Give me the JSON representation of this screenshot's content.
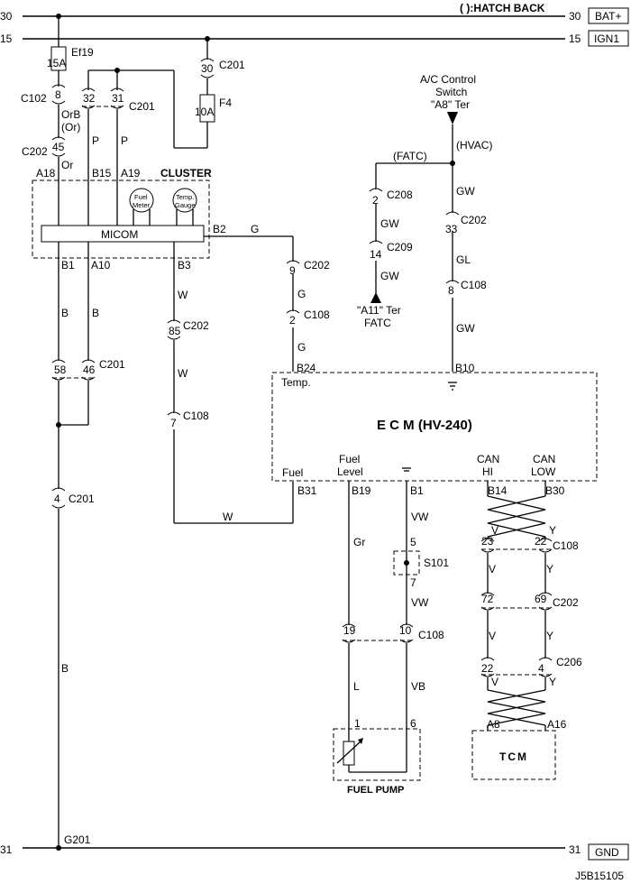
{
  "buses": {
    "top_left_num": "30",
    "top_right_num": "30",
    "top_tag": "BAT+",
    "hatch_note": "( ):HATCH BACK",
    "ign_left_num": "15",
    "ign_right_num": "15",
    "ign_tag": "IGN1",
    "gnd_left_num": "31",
    "gnd_right_num": "31",
    "gnd_tag": "GND",
    "ground_point": "G201"
  },
  "fuses": {
    "ef19_name": "Ef19",
    "ef19_rating": "15A",
    "f4_name": "F4",
    "f4_rating": "10A"
  },
  "connectors": {
    "c102": "C102",
    "c102_pin": "8",
    "c202": "C202",
    "c202_pin_top": "45",
    "c202_pin_w": "85",
    "c202_pin_gl": "33",
    "c201": "C201",
    "c201_pin_fuse": "30",
    "c201_pin_32": "32",
    "c201_pin_31": "31",
    "c201_pin_58": "58",
    "c201_pin_46": "46",
    "c201_pin_4": "4",
    "c202_pin_g": "9",
    "c108": "C108",
    "c108_pin_g": "2",
    "c108_pin_w": "7",
    "c108_pin_gl": "8",
    "c208": "C208",
    "c208_pin": "2",
    "c209": "C209",
    "c209_pin": "14",
    "c108_pin_gr": "19",
    "c108_pin_vb": "10",
    "s101": "S101",
    "s101_pin_top": "5",
    "s101_pin_bot": "7",
    "can_c108_v": "23",
    "can_c108_y": "22",
    "can_c202_v": "72",
    "can_c202_y": "69",
    "c206": "C206",
    "can_c206_v": "22",
    "can_c206_y": "4"
  },
  "wires": {
    "orb": "OrB",
    "or_paren": "(Or)",
    "or": "Or",
    "p": "P",
    "b": "B",
    "w": "W",
    "g": "G",
    "gw": "GW",
    "gl": "GL",
    "gr": "Gr",
    "vw": "VW",
    "l": "L",
    "vb": "VB",
    "v": "V",
    "y": "Y",
    "fatc": "(FATC)",
    "hvac": "(HVAC)"
  },
  "cluster": {
    "title": "CLUSTER",
    "micom": "MICOM",
    "fuel_gauge_l1": "Fuel",
    "fuel_gauge_l2": "Meter",
    "temp_gauge_l1": "Temp.",
    "temp_gauge_l2": "Gauge",
    "pin_a18": "A18",
    "pin_b15": "B15",
    "pin_a19": "A19",
    "pin_b2": "B2",
    "pin_b1": "B1",
    "pin_a10": "A10",
    "pin_b3": "B3"
  },
  "ac_switch": {
    "line1": "A/C Control",
    "line2": "Switch",
    "line3": "\"A8\" Ter",
    "fatc_l1": "\"A11\" Ter",
    "fatc_l2": "FATC"
  },
  "ecm": {
    "title": "E C M (HV-240)",
    "pin_b24": "B24",
    "pin_b10": "B10",
    "temp": "Temp.",
    "fuel": "Fuel",
    "pin_b31": "B31",
    "fuel_level_l1": "Fuel",
    "fuel_level_l2": "Level",
    "pin_b19": "B19",
    "pin_b1": "B1",
    "can_hi_l1": "CAN",
    "can_hi_l2": "HI",
    "pin_b14": "B14",
    "can_low_l1": "CAN",
    "can_low_l2": "LOW",
    "pin_b30": "B30"
  },
  "fuel_pump": {
    "title": "FUEL PUMP",
    "pin1": "1",
    "pin6": "6"
  },
  "tcm": {
    "title": "TCM",
    "pin_a8": "A8",
    "pin_a16": "A16"
  },
  "footer_code": "J5B15105"
}
